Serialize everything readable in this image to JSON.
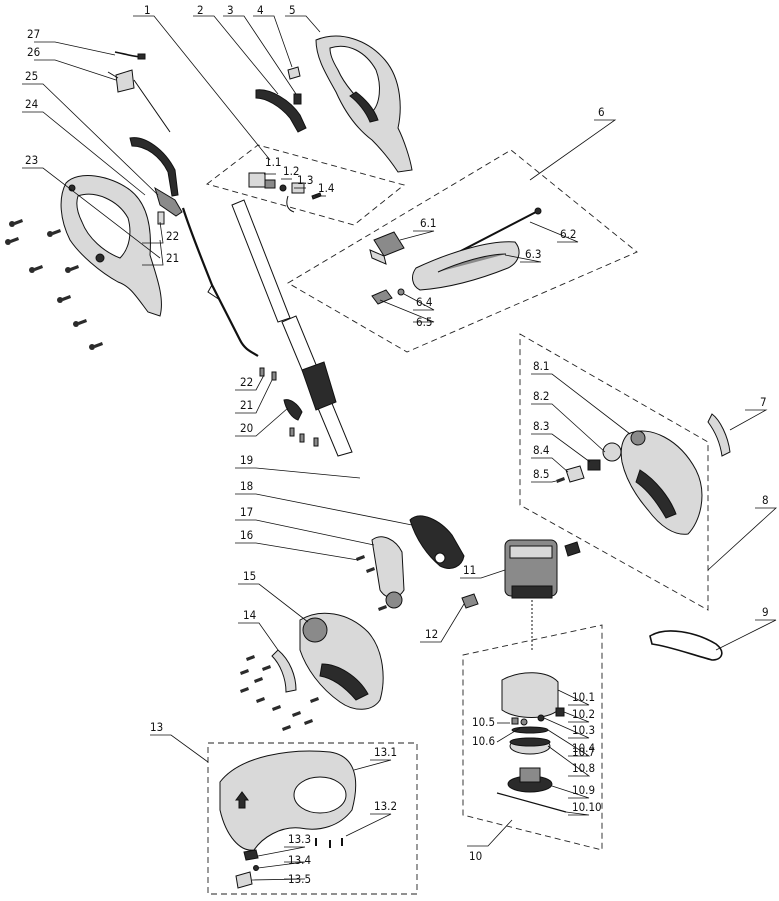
{
  "labels": {
    "l1": "1",
    "l1_1": "1.1",
    "l1_2": "1.2",
    "l1_3": "1.3",
    "l1_4": "1.4",
    "l2": "2",
    "l3": "3",
    "l4": "4",
    "l5": "5",
    "l6": "6",
    "l6_1": "6.1",
    "l6_2": "6.2",
    "l6_3": "6.3",
    "l6_4": "6.4",
    "l6_5": "6.5",
    "l7": "7",
    "l8": "8",
    "l8_1": "8.1",
    "l8_2": "8.2",
    "l8_3": "8.3",
    "l8_4": "8.4",
    "l8_5": "8.5",
    "l9": "9",
    "l10": "10",
    "l10_1": "10.1",
    "l10_2": "10.2",
    "l10_3": "10.3",
    "l10_4": "10.4",
    "l10_5": "10.5",
    "l10_6": "10.6",
    "l10_7": "10.7",
    "l10_8": "10.8",
    "l10_9": "10.9",
    "l10_10": "10.10",
    "l11": "11",
    "l12": "12",
    "l13": "13",
    "l13_1": "13.1",
    "l13_2": "13.2",
    "l13_3": "13.3",
    "l13_4": "13.4",
    "l13_5": "13.5",
    "l14": "14",
    "l15": "15",
    "l16": "16",
    "l17": "17",
    "l18": "18",
    "l19": "19",
    "l20": "20",
    "l21a": "21",
    "l21b": "21",
    "l22a": "22",
    "l22b": "22",
    "l23": "23",
    "l24": "24",
    "l25": "25",
    "l26": "26",
    "l27": "27"
  },
  "colors": {
    "line": "#111111",
    "part_dark": "#2b2b2b",
    "part_mid": "#8a8a8a",
    "part_light": "#d9d9d9",
    "background": "#ffffff"
  }
}
